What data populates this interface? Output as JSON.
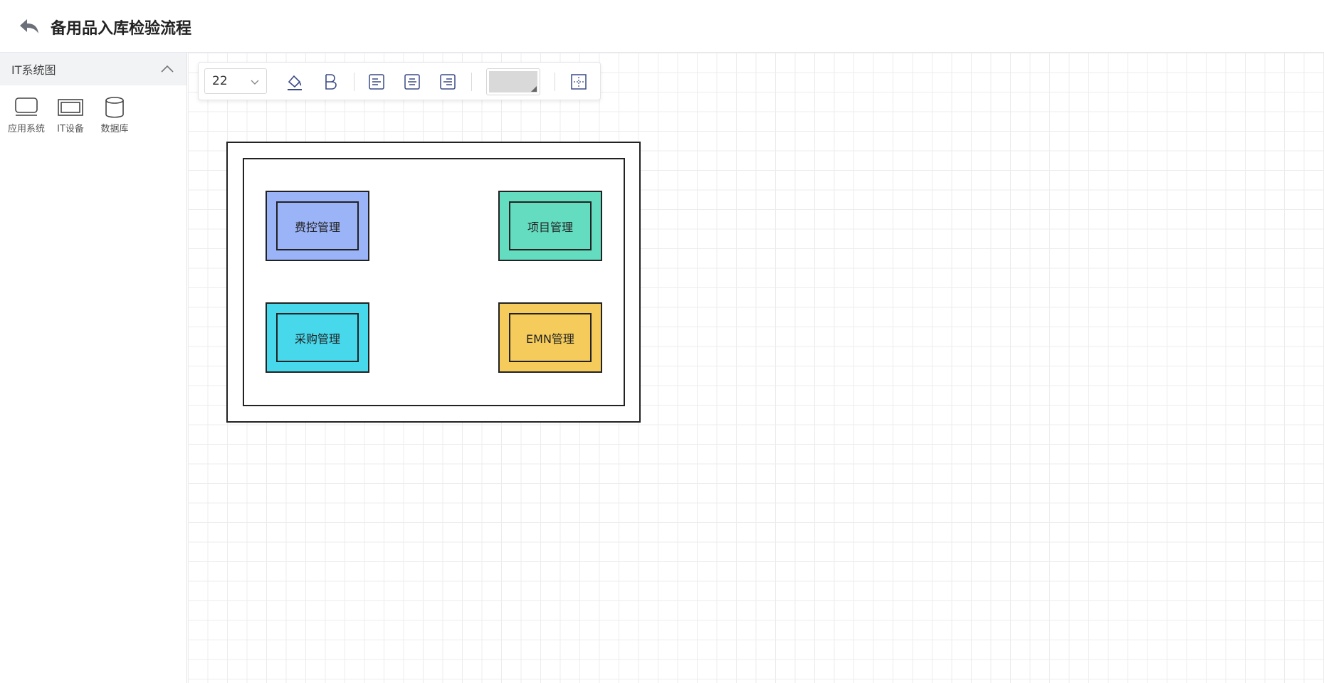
{
  "header": {
    "title": "备用品入库检验流程",
    "back_icon": "back-arrow-icon"
  },
  "sidebar": {
    "group_title": "IT系统图",
    "shapes": [
      {
        "label": "应用系统",
        "icon": "monitor-icon"
      },
      {
        "label": "IT设备",
        "icon": "device-icon"
      },
      {
        "label": "数据库",
        "icon": "database-icon"
      }
    ]
  },
  "toolbar": {
    "font_size": "22",
    "tools": [
      "fill-color-icon",
      "bold-icon",
      "align-left-icon",
      "align-center-icon",
      "align-right-icon",
      "border-style-icon"
    ],
    "color": "#d9d9d9"
  },
  "diagram": {
    "nodes": [
      {
        "label": "费控管理",
        "color": "#9bb3f7"
      },
      {
        "label": "项目管理",
        "color": "#63dcc0"
      },
      {
        "label": "采购管理",
        "color": "#48d8ec"
      },
      {
        "label": "EMN管理",
        "color": "#f5cc5b"
      }
    ]
  }
}
